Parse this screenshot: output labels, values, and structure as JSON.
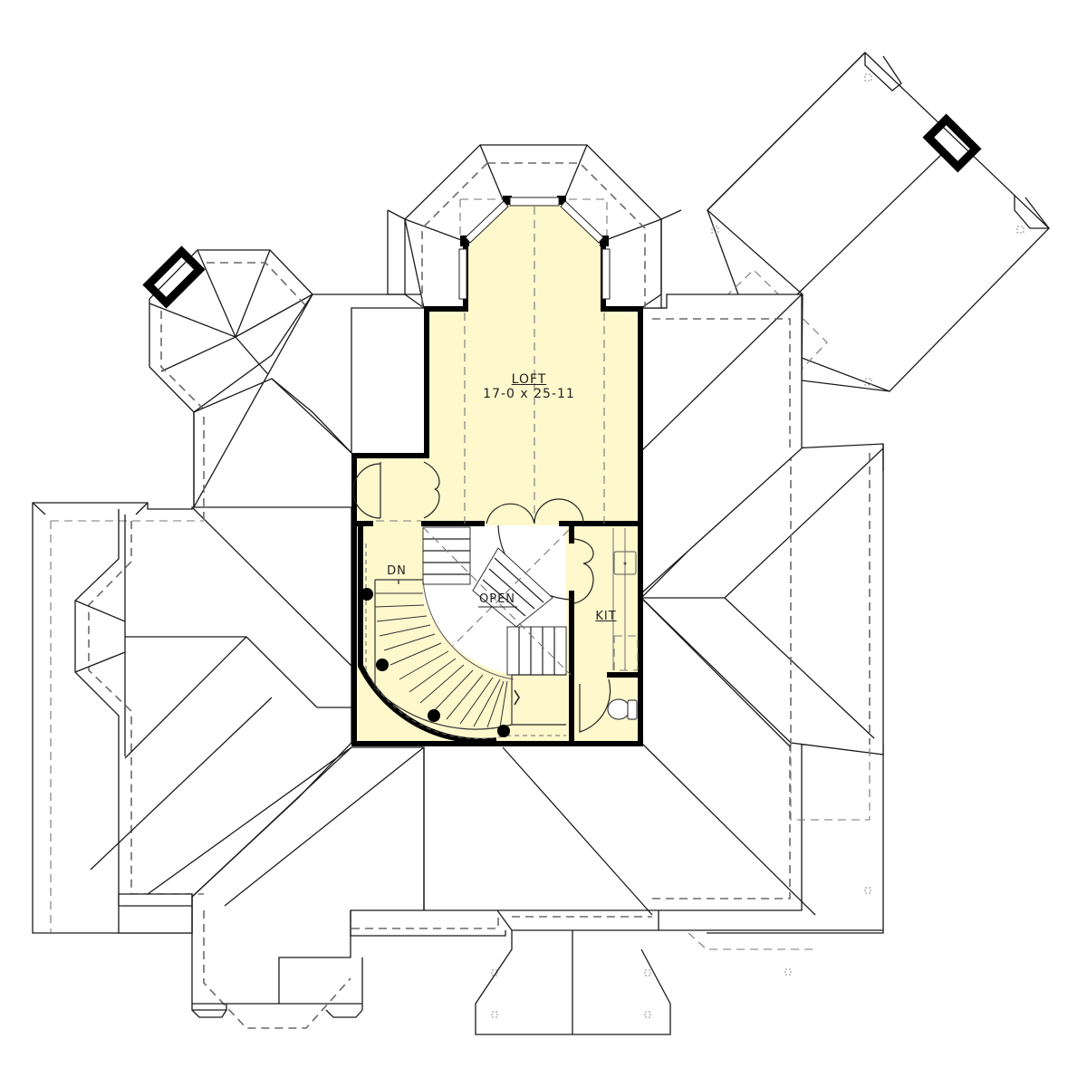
{
  "diagram": {
    "type": "architectural-floor-plan",
    "view": "upper floor / roof plan",
    "colors": {
      "floor_fill": "#FFF8CC",
      "wall": "#000000",
      "roof_line": "#1a1a1a",
      "hidden_line": "#6a6a6a",
      "background": "#FFFFFF"
    },
    "rooms": [
      {
        "id": "loft",
        "name": "LOFT",
        "dimensions": "17-0 x 25-11"
      },
      {
        "id": "open",
        "name": "OPEN"
      },
      {
        "id": "kit",
        "name": "KIT"
      }
    ],
    "annotations": {
      "stair_direction": "DN"
    },
    "elements": [
      "octagonal-bay-window",
      "curved-staircase",
      "straight-staircase",
      "double-door-closet",
      "kitchenette-sink",
      "toilet",
      "chimney-left",
      "chimney-right",
      "hip-roofs",
      "roof-vents"
    ]
  }
}
